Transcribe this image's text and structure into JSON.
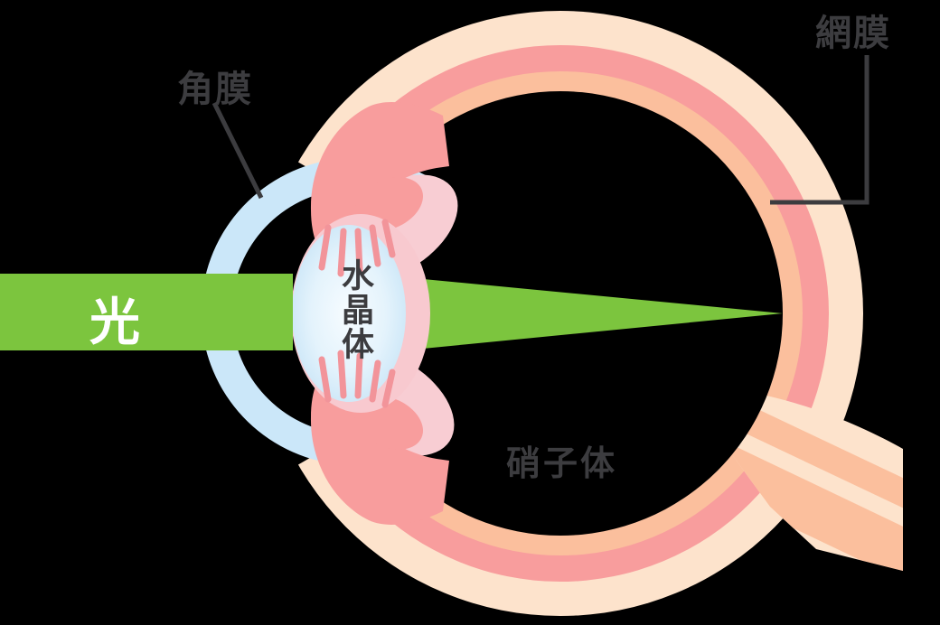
{
  "figure": {
    "title": "Human eye anatomy diagram (light path through the eye)",
    "labels": {
      "light": "光",
      "cornea": "角膜",
      "lens": "水晶体",
      "vitreous": "硝子体",
      "retina": "網膜"
    },
    "colors": {
      "background": "#000000",
      "sclera_cream": "#fde3cc",
      "wall_pink": "#f89d9d",
      "inner_peach": "#fbbf9d",
      "cornea_blue": "#cbe7f9",
      "lens_rim_pink": "#f8c9cf",
      "ciliary_pink": "#f89d9d",
      "collar_pink": "#f8cdd3",
      "fiber_pink": "#f2949a",
      "light_green": "#7cc53e",
      "label_gray": "#3c3c3f",
      "light_text": "#ffffff"
    }
  }
}
